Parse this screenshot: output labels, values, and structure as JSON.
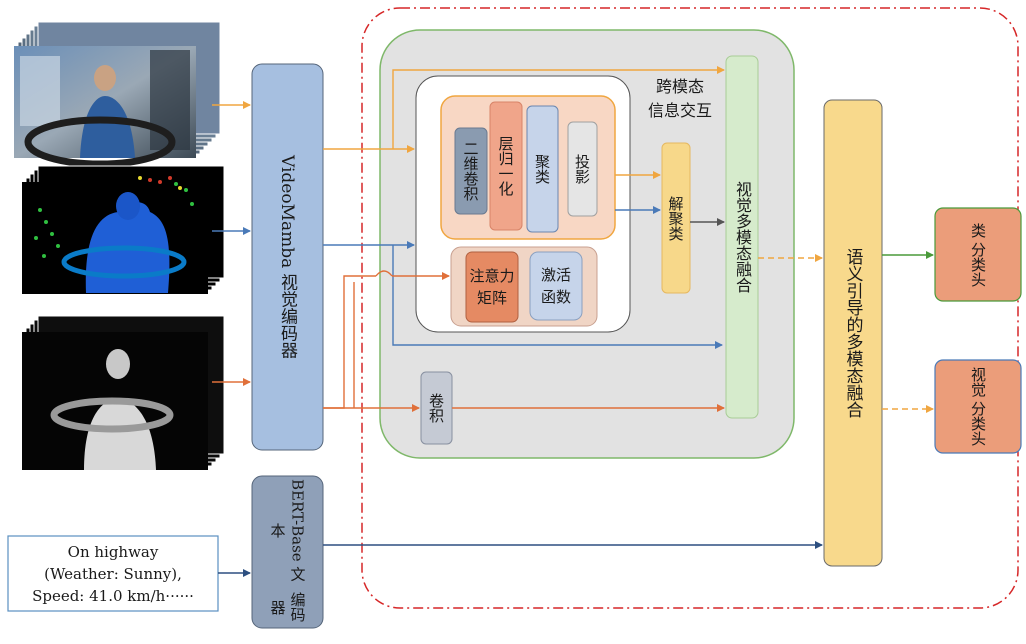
{
  "text": {
    "video_encoder": "VideoMamba 视觉编码器",
    "text_encoder_line1": "BERT-Base 文本",
    "text_encoder_line2": "编码器",
    "text_input_line1": "On highway",
    "text_input_line2": "(Weather: Sunny),",
    "text_input_line3": "Speed: 41.0 km/h······",
    "cross_modal_line1": "跨模态",
    "cross_modal_line2": "信息交互",
    "conv2d": "二维卷积",
    "layer_norm": "层归一化",
    "cluster": "聚类",
    "projection": "投影",
    "attention_matrix_line1": "注意力",
    "attention_matrix_line2": "矩阵",
    "activation_line1": "激活",
    "activation_line2": "函数",
    "decluster": "解聚类",
    "visual_fusion": "视觉多模态融合",
    "conv": "卷积",
    "semantic_fusion": "语义引导的多模态融合",
    "class_head_line1": "类",
    "class_head_line2": "分类头",
    "visual_head_line1": "视觉",
    "visual_head_line2": "分类头"
  },
  "colors": {
    "video_encoder_fill": "#a6bfe0",
    "text_encoder_fill": "#8fa0b8",
    "main_panel_fill": "#e2e2e2",
    "main_panel_border": "#7fb86a",
    "dashed_frame": "#d62728",
    "orange_group_fill": "#f8d7c4",
    "orange_group_border": "#f0a640",
    "conv2d_fill": "#8a9bb0",
    "layer_norm_fill": "#f0a58a",
    "cluster_fill": "#c6d4ea",
    "projection_fill": "#e5e5e5",
    "attention_fill": "#e58a63",
    "activation_fill": "#c6d4ea",
    "decluster_fill": "#f7d88a",
    "visual_fusion_fill": "#d6ebcc",
    "conv_fill": "#c5cad4",
    "semantic_fusion_fill": "#f8d98c",
    "head_fill": "#eb9d7a",
    "arrow_orange": "#f0a640",
    "arrow_blue": "#4a7ab8",
    "arrow_red": "#e0703a",
    "arrow_navy": "#2d4f80",
    "arrow_green": "#4a9a3a"
  },
  "images": [
    {
      "name": "rgb-driver-frames",
      "description": "RGB video frames of driver on phone"
    },
    {
      "name": "depth-driver-frames",
      "description": "depth video frames"
    },
    {
      "name": "ir-driver-frames",
      "description": "infrared video frames"
    }
  ]
}
